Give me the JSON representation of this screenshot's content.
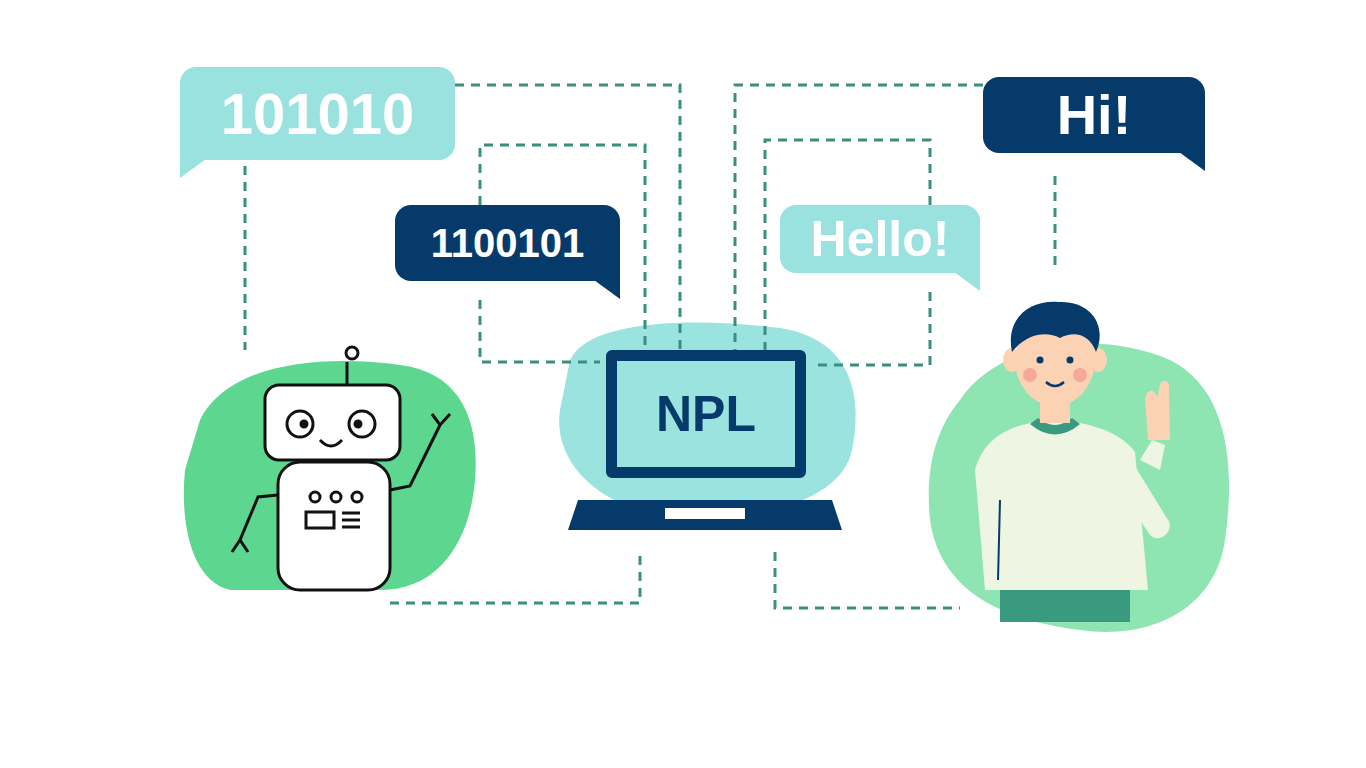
{
  "diagram": {
    "nodes": [
      {
        "text": [
          "101010"
        ]
      },
      {
        "text": [
          "Hi!"
        ]
      },
      {
        "text": [
          "1100101"
        ]
      },
      {
        "text": [
          "Hello!"
        ]
      },
      {
        "text": [
          "NPL"
        ]
      }
    ],
    "edges": [
      {
        "from": 0,
        "to": 4,
        "arrow": "none"
      },
      {
        "from": 2,
        "to": 4,
        "arrow": "none"
      },
      {
        "from": 3,
        "to": 4,
        "arrow": "none"
      },
      {
        "from": 1,
        "to": 4,
        "arrow": "none"
      }
    ]
  }
}
